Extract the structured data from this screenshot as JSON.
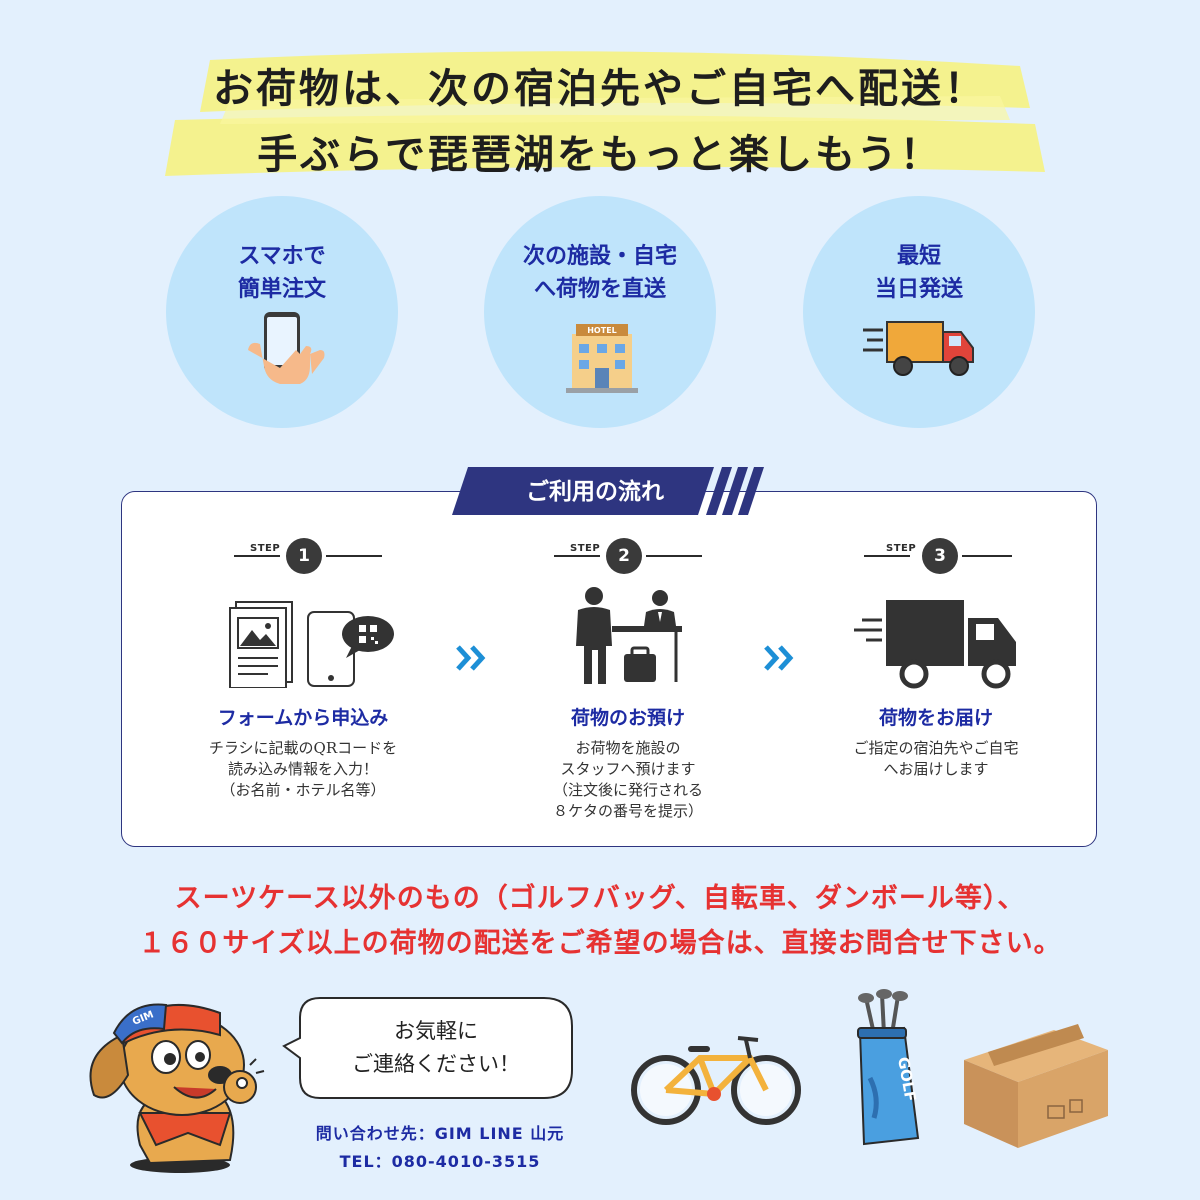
{
  "headline": {
    "line1": "お荷物は、次の宿泊先やご自宅へ配送！",
    "line2": "手ぶらで琵琶湖をもっと楽しもう！"
  },
  "features": [
    {
      "text": "スマホで\n簡単注文",
      "icon": "smartphone-hand-icon"
    },
    {
      "text": "次の施設・自宅\nへ荷物を直送",
      "icon": "hotel-icon"
    },
    {
      "text": "最短\n当日発送",
      "icon": "delivery-truck-icon"
    }
  ],
  "hotel_sign": "HOTEL",
  "flow": {
    "title": "ご利用の流れ",
    "step_word": "STEP",
    "steps": [
      {
        "num": "1",
        "title": "フォームから申込み",
        "desc": "チラシに記載のQRコードを\n読み込み情報を入力！\n（お名前・ホテル名等）",
        "icon": "flyer-qr-phone-icon"
      },
      {
        "num": "2",
        "title": "荷物のお預け",
        "desc": "お荷物を施設の\nスタッフへ預けます\n（注文後に発行される\n８ケタの番号を提示）",
        "icon": "front-desk-staff-icon"
      },
      {
        "num": "3",
        "title": "荷物をお届け",
        "desc": "ご指定の宿泊先やご自宅\nへお届けします",
        "icon": "truck-icon"
      }
    ]
  },
  "warning": {
    "line1": "スーツケース以外のもの（ゴルフバッグ、自転車、ダンボール等）、",
    "line2": "１６０サイズ以上の荷物の配送をご希望の場合は、直接お問合せ下さい。"
  },
  "bubble": "お気軽に\nご連絡ください！",
  "mascot_cap": "GIM",
  "golf_label": "GOLF",
  "contact": {
    "line1": "問い合わせ先：GIM LINE 山元",
    "line2": "TEL：080-4010-3515"
  },
  "colors": {
    "background": "#e3f0fd",
    "circle": "#bfe4fb",
    "accent_navy": "#1d2ba3",
    "flow_tab": "#2e3580",
    "warning_red": "#e63232",
    "highlight_yellow": "#f7f27a"
  }
}
